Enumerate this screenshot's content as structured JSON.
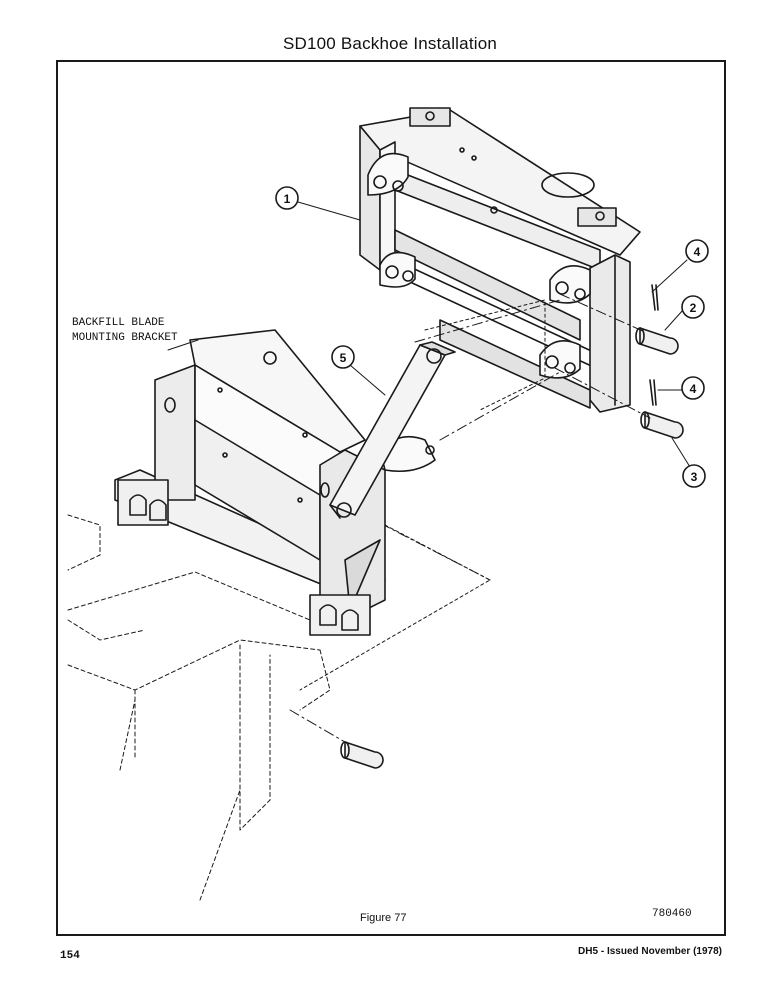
{
  "header": {
    "title": "SD100 Backhoe Installation"
  },
  "figure": {
    "label_bracket_line1": "BACKFILL BLADE",
    "label_bracket_line2": "MOUNTING BRACKET",
    "callouts": {
      "c1": "1",
      "c2": "2",
      "c3": "3",
      "c4a": "4",
      "c4b": "4",
      "c5": "5"
    },
    "caption": "Figure 77",
    "drawing_number": "780460"
  },
  "footer": {
    "page_number": "154",
    "issue": "DH5 - Issued November (1978)"
  }
}
